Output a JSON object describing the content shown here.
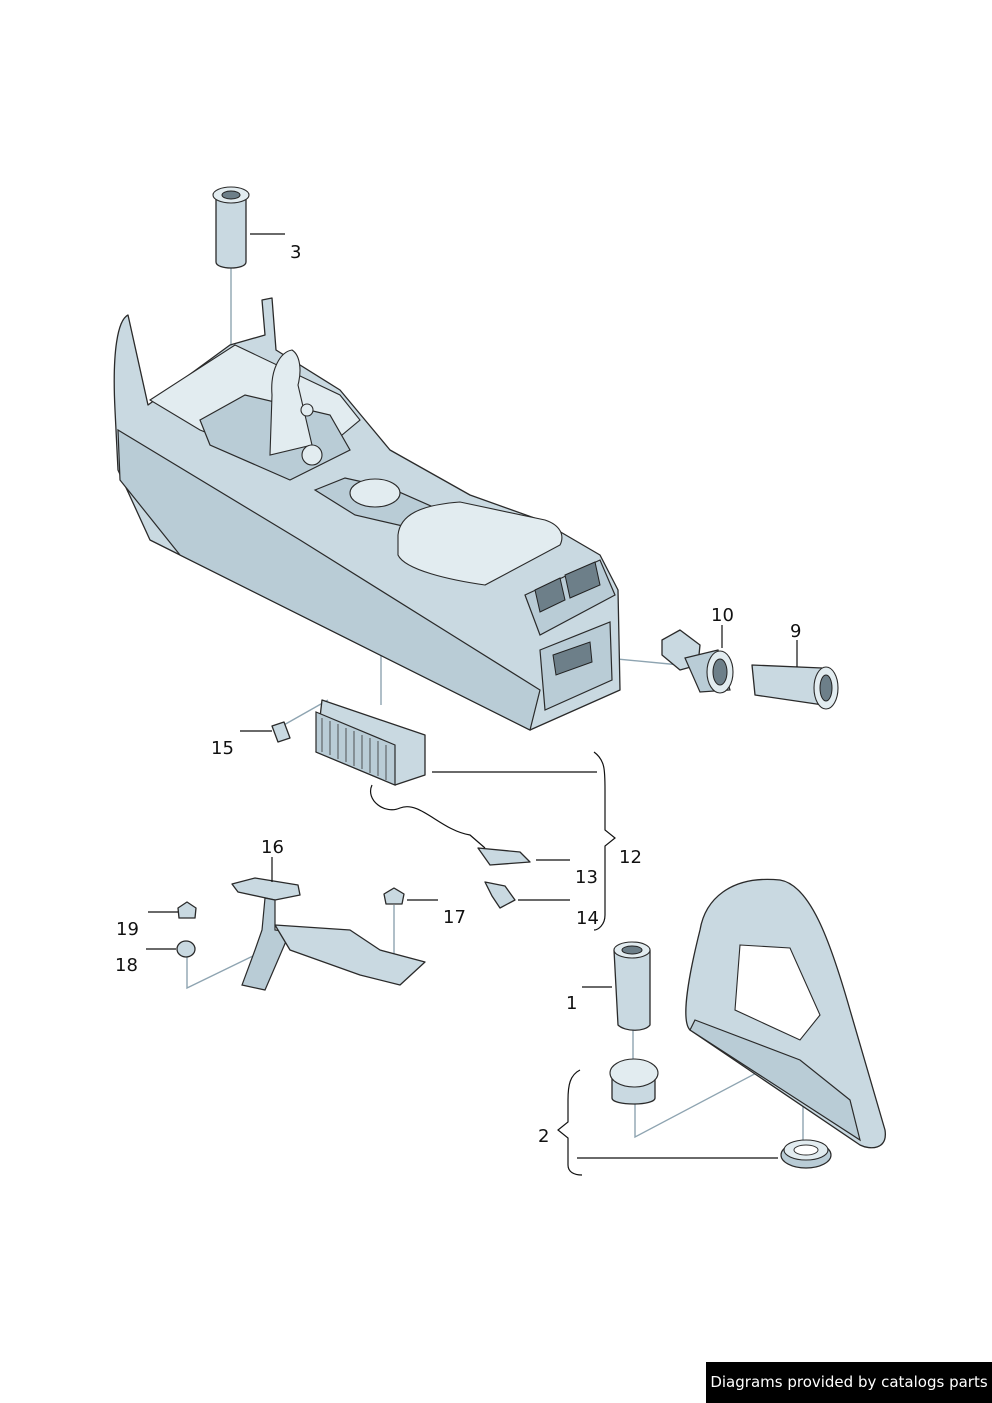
{
  "diagram": {
    "callouts": {
      "c1": "1",
      "c2": "2",
      "c3": "3",
      "c9": "9",
      "c10": "10",
      "c12": "12",
      "c13": "13",
      "c14": "14",
      "c15": "15",
      "c16": "16",
      "c17": "17",
      "c18": "18",
      "c19": "19"
    }
  },
  "footer": {
    "credit": "Diagrams provided by catalogs parts"
  },
  "colors": {
    "part_fill": "#c9d9e1",
    "outline": "#2a2a2a",
    "connector": "#8ea4b1"
  }
}
